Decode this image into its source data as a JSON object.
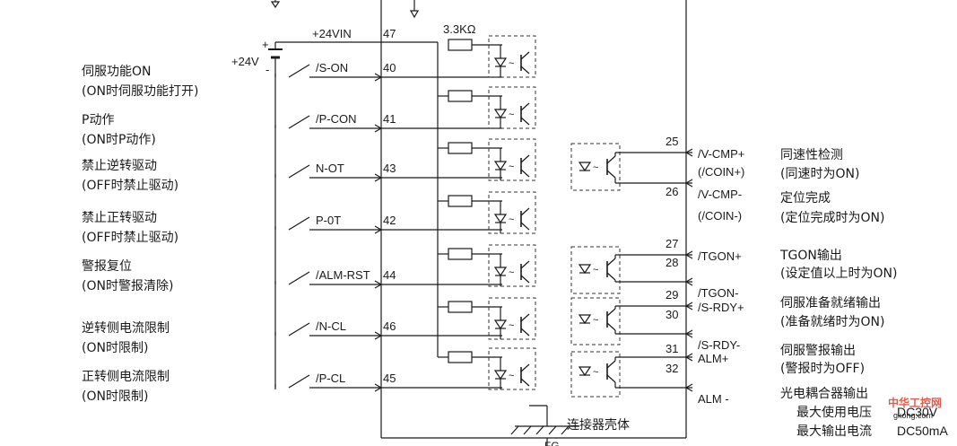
{
  "left_signals": [
    {
      "title": "伺服功能ON",
      "desc": "(ON时伺服功能打开)"
    },
    {
      "title": "P动作",
      "desc": "(ON时P动作)"
    },
    {
      "title": "禁止逆转驱动",
      "desc": "(OFF时禁止驱动)"
    },
    {
      "title": "禁止正转驱动",
      "desc": "(OFF时禁止驱动)"
    },
    {
      "title": "警报复位",
      "desc": "(ON时警报清除)"
    },
    {
      "title": "逆转侧电流限制",
      "desc": "(ON时限制)"
    },
    {
      "title": "正转侧电流限制",
      "desc": "(ON时限制)"
    }
  ],
  "power": {
    "voltage_label": "+24V",
    "plus": "+",
    "minus": "-",
    "rail_label": "+24VIN",
    "rail_pin": "47",
    "resistor_label": "3.3KΩ"
  },
  "inputs": [
    {
      "label": "/S-ON",
      "pin": "40"
    },
    {
      "label": "/P-CON",
      "pin": "41"
    },
    {
      "label": "N-OT",
      "pin": "43"
    },
    {
      "label": "P-0T",
      "pin": "42"
    },
    {
      "label": "/ALM-RST",
      "pin": "44"
    },
    {
      "label": "/N-CL",
      "pin": "46"
    },
    {
      "label": "/P-CL",
      "pin": "45"
    }
  ],
  "outputs": [
    {
      "pin_a": "25",
      "label_a": "/V-CMP+",
      "label_a2": "(/COIN+)",
      "pin_b": "26",
      "label_b": "/V-CMP-",
      "label_b2": "(/COIN-)",
      "title": "同速性检测",
      "desc": "(同速时为ON)",
      "title2": "定位完成",
      "desc2": "(定位完成时为ON)"
    },
    {
      "pin_a": "27",
      "label_a": "/TGON+",
      "pin_b": "28",
      "label_b": "/TGON-",
      "title": "TGON输出",
      "desc": "(设定值以上时为ON)"
    },
    {
      "pin_a": "29",
      "label_a": "/S-RDY+",
      "pin_b": "30",
      "label_b": "/S-RDY-",
      "title": "伺服准备就绪输出",
      "desc": "(准备就绪时为ON)"
    },
    {
      "pin_a": "31",
      "label_a": "ALM+",
      "pin_b": "32",
      "label_b": "ALM -",
      "title": "伺服警报输出",
      "desc": "(警报时为OFF)"
    }
  ],
  "photocoupler": {
    "title": "光电耦合器输出",
    "max_voltage_label": "最大使用电压",
    "max_voltage": "DC30V",
    "max_current_label": "最大输出电流",
    "max_current": "DC50mA"
  },
  "ground": {
    "label": "连接器壳体",
    "fg": "FG"
  },
  "watermark": {
    "text1": "中华工控网",
    "text2": "gkong.com"
  },
  "colors": {
    "line": "#1a1a1a",
    "dashed": "#333333",
    "watermark": "#e83a2a"
  }
}
